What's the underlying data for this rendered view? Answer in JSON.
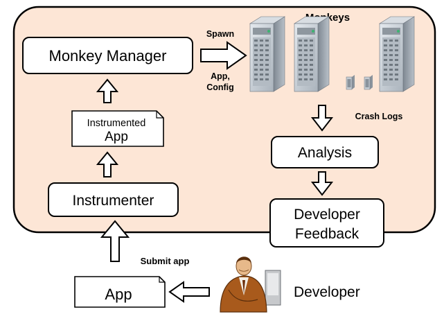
{
  "boundary": {
    "title": "Monkeys"
  },
  "nodes": {
    "monkey_manager": "Monkey Manager",
    "instrumented_app": [
      "Instrumented",
      "App"
    ],
    "instrumenter": "Instrumenter",
    "analysis": "Analysis",
    "developer_feedback": [
      "Developer",
      "Feedback"
    ],
    "app": "App",
    "developer": "Developer"
  },
  "edges": {
    "spawn": "Spawn",
    "app_config": [
      "App,",
      "Config"
    ],
    "crash_logs": "Crash Logs",
    "submit_app": "Submit app"
  },
  "colors": {
    "boundary_fill": "#fde6d6",
    "box_fill": "#ffffff",
    "stroke": "#000000",
    "server_body": "#9aa3ad",
    "server_front": "#c9d0d7",
    "server_led": "#3cb371",
    "skin": "#e7b98a",
    "suit": "#a85a1c"
  },
  "icons": [
    "server-icon",
    "server-icon",
    "server-icon",
    "small-server-icon",
    "developer-person-icon"
  ]
}
